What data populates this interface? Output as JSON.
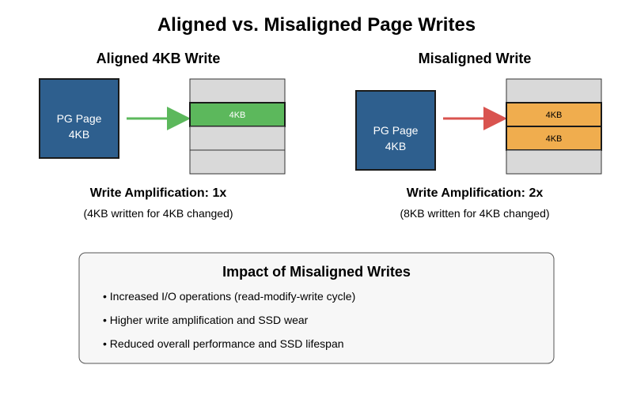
{
  "title": "Aligned vs. Misaligned Page Writes",
  "colors": {
    "pg_page": "#2e5f8e",
    "block": "#d9d9d9",
    "aligned_block": "#5cb85c",
    "misaligned_block": "#f0ad4e",
    "aligned_arrow": "#5cb85c",
    "misaligned_arrow": "#d9534f"
  },
  "aligned": {
    "heading": "Aligned 4KB Write",
    "pg_line1": "PG Page",
    "pg_line2": "4KB",
    "block_label": "4KB",
    "amplification": "Write Amplification: 1x",
    "note": "(4KB written for 4KB changed)"
  },
  "misaligned": {
    "heading": "Misaligned Write",
    "pg_line1": "PG Page",
    "pg_line2": "4KB",
    "block1_label": "4KB",
    "block2_label": "4KB",
    "amplification": "Write Amplification: 2x",
    "note": "(8KB written for 4KB changed)"
  },
  "impact": {
    "title": "Impact of Misaligned Writes",
    "items": [
      "• Increased I/O operations (read-modify-write cycle)",
      "• Higher write amplification and SSD wear",
      "• Reduced overall performance and SSD lifespan"
    ]
  }
}
